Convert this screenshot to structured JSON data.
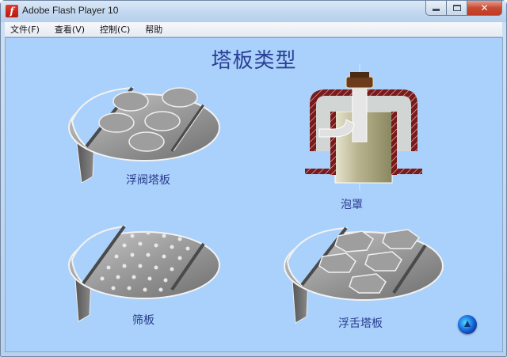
{
  "window": {
    "title": "Adobe Flash Player 10",
    "icon": "flash-player-icon",
    "controls": {
      "minimize": "minimize-icon",
      "maximize": "maximize-icon",
      "close": "close-icon",
      "close_glyph": "✕"
    }
  },
  "menu": {
    "items": [
      {
        "label": "文件(F)"
      },
      {
        "label": "查看(V)"
      },
      {
        "label": "控制(C)"
      },
      {
        "label": "帮助"
      }
    ]
  },
  "content": {
    "title": "塔板类型",
    "figures": [
      {
        "caption": "浮阀塔板",
        "kind": "valve-tray"
      },
      {
        "caption": "泡罩",
        "kind": "bubble-cap"
      },
      {
        "caption": "筛板",
        "kind": "sieve-tray"
      },
      {
        "caption": "浮舌塔板",
        "kind": "float-tongue-tray"
      }
    ],
    "nav_button": "next-orb-icon"
  },
  "colors": {
    "stage_bg": "#a9d1fb",
    "title_text": "#2a3f95",
    "caption_text": "#2a3c8e",
    "tray_gray": "#8f8f8f",
    "cap_red": "#7a1a1a"
  }
}
